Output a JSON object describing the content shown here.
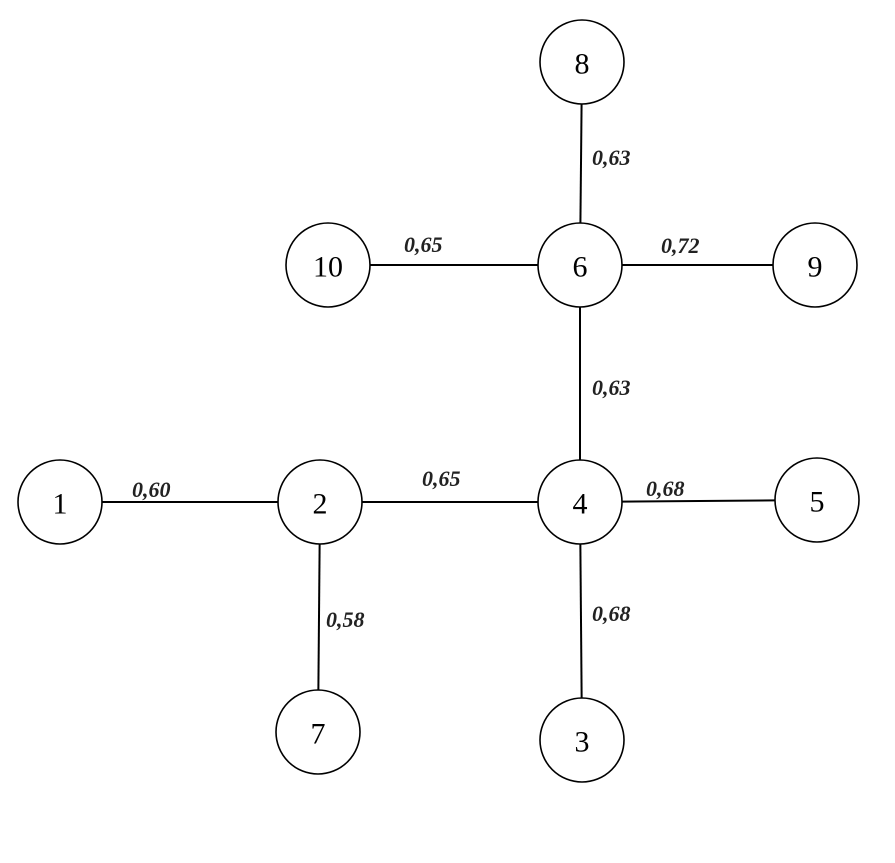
{
  "diagram": {
    "type": "weighted-tree-graph",
    "nodes": [
      {
        "id": "1",
        "label": "1"
      },
      {
        "id": "2",
        "label": "2"
      },
      {
        "id": "3",
        "label": "3"
      },
      {
        "id": "4",
        "label": "4"
      },
      {
        "id": "5",
        "label": "5"
      },
      {
        "id": "6",
        "label": "6"
      },
      {
        "id": "7",
        "label": "7"
      },
      {
        "id": "8",
        "label": "8"
      },
      {
        "id": "9",
        "label": "9"
      },
      {
        "id": "10",
        "label": "10"
      }
    ],
    "edges": [
      {
        "from": "1",
        "to": "2",
        "weight": "0,60"
      },
      {
        "from": "2",
        "to": "4",
        "weight": "0,65"
      },
      {
        "from": "2",
        "to": "7",
        "weight": "0,58"
      },
      {
        "from": "4",
        "to": "5",
        "weight": "0,68"
      },
      {
        "from": "4",
        "to": "3",
        "weight": "0,68"
      },
      {
        "from": "4",
        "to": "6",
        "weight": "0,63"
      },
      {
        "from": "6",
        "to": "10",
        "weight": "0,65"
      },
      {
        "from": "6",
        "to": "9",
        "weight": "0,72"
      },
      {
        "from": "6",
        "to": "8",
        "weight": "0,63"
      }
    ]
  }
}
